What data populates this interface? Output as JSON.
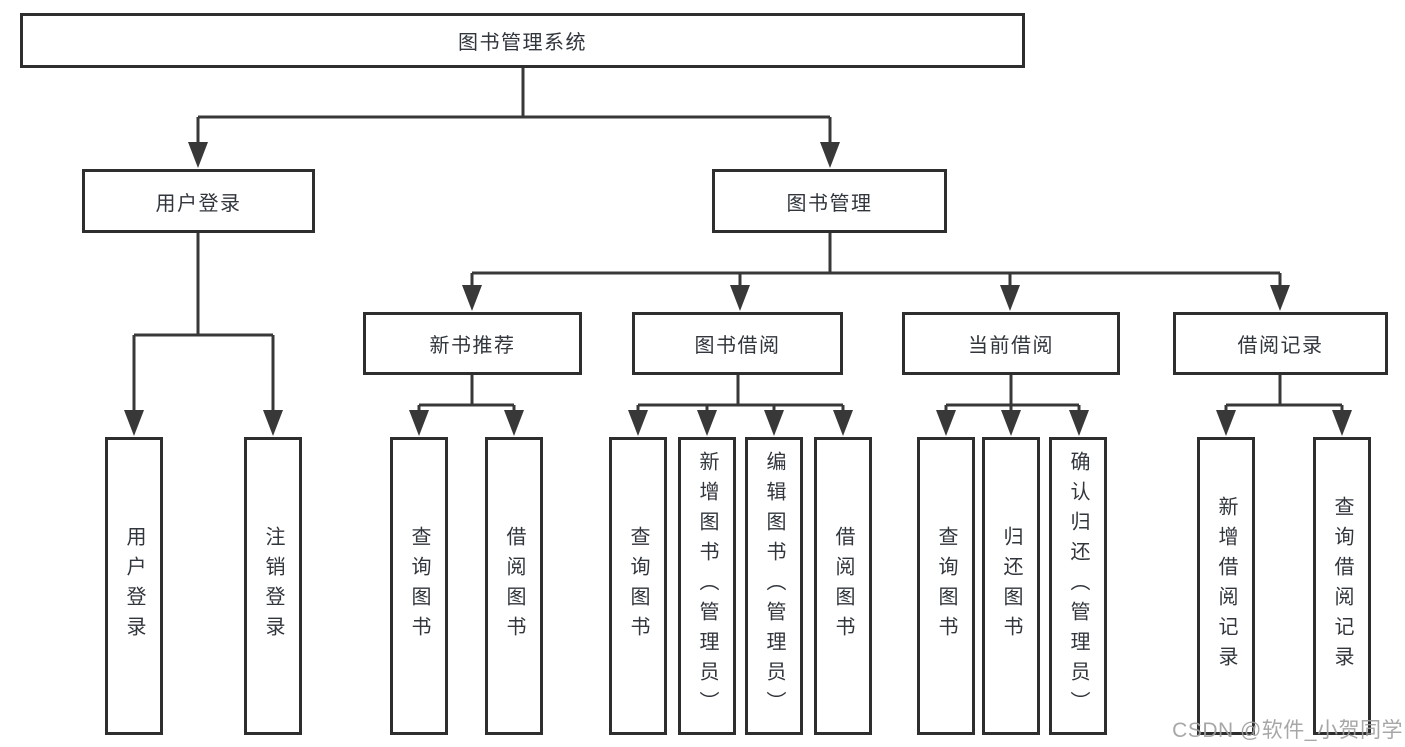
{
  "diagram": {
    "root": {
      "label": "图书管理系统"
    },
    "level2": [
      {
        "label": "用户登录"
      },
      {
        "label": "图书管理"
      }
    ],
    "level3": [
      {
        "label": "新书推荐",
        "parent": "图书管理"
      },
      {
        "label": "图书借阅",
        "parent": "图书管理"
      },
      {
        "label": "当前借阅",
        "parent": "图书管理"
      },
      {
        "label": "借阅记录",
        "parent": "图书管理"
      }
    ],
    "leaves": [
      {
        "label": "用户登录",
        "parent": "用户登录"
      },
      {
        "label": "注销登录",
        "parent": "用户登录"
      },
      {
        "label": "查询图书",
        "parent": "新书推荐"
      },
      {
        "label": "借阅图书",
        "parent": "新书推荐"
      },
      {
        "label": "查询图书",
        "parent": "图书借阅"
      },
      {
        "label": "新增图书（管理员）",
        "parent": "图书借阅"
      },
      {
        "label": "编辑图书（管理员）",
        "parent": "图书借阅"
      },
      {
        "label": "借阅图书",
        "parent": "图书借阅"
      },
      {
        "label": "查询图书",
        "parent": "当前借阅"
      },
      {
        "label": "归还图书",
        "parent": "当前借阅"
      },
      {
        "label": "确认归还（管理员）",
        "parent": "当前借阅"
      },
      {
        "label": "新增借阅记录",
        "parent": "借阅记录"
      },
      {
        "label": "查询借阅记录",
        "parent": "借阅记录"
      }
    ]
  },
  "watermark": {
    "text": "CSDN @软件_小贺同学"
  },
  "colors": {
    "line": "#383838",
    "box_border": "#2e2e2e",
    "text": "#31363d",
    "watermark": "#9e9e9e",
    "background": "#ffffff"
  }
}
